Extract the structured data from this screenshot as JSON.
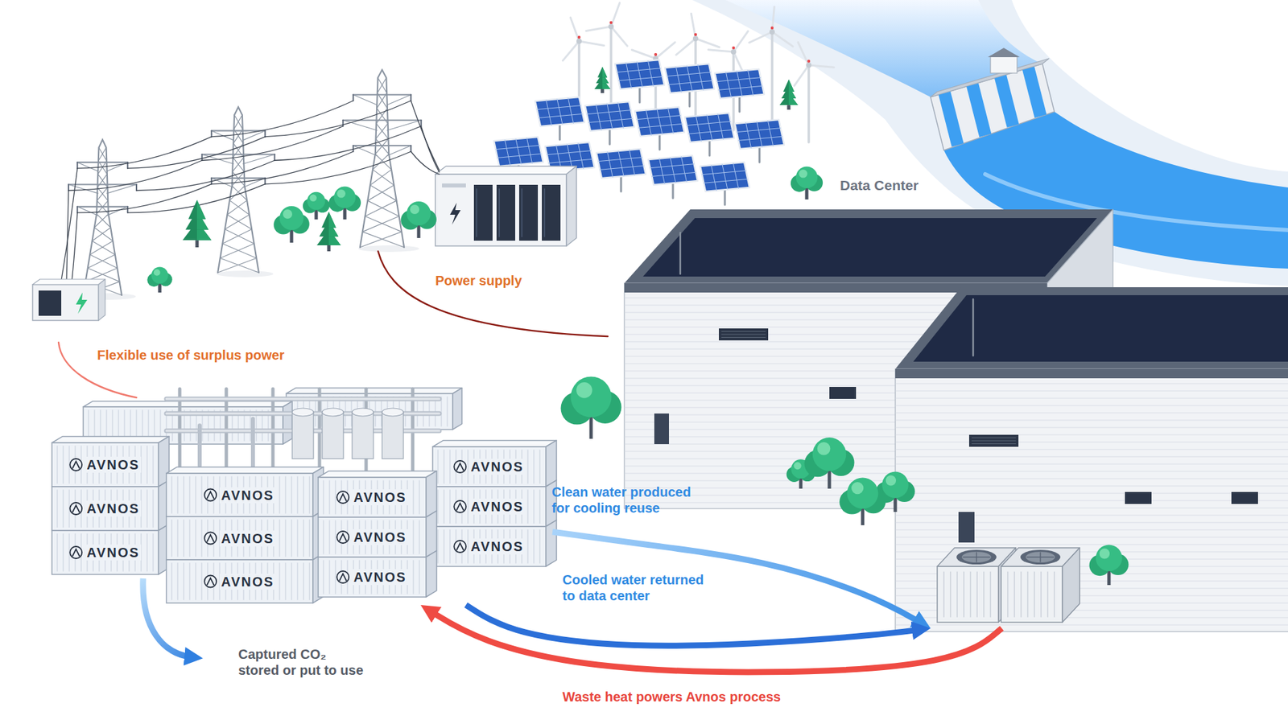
{
  "diagram": {
    "nodes": [
      {
        "text": [
          "Data Center"
        ]
      },
      {
        "text": [
          "AVNOS",
          "AVNOS",
          "AVNOS",
          "AVNOS",
          "AVNOS",
          "AVNOS",
          "AVNOS",
          "AVNOS",
          "AVNOS",
          "AVNOS",
          "AVNOS",
          "AVNOS"
        ]
      }
    ],
    "edges": [
      {
        "from": 1,
        "to": 0,
        "label": "Clean water produced for cooling reuse",
        "arrow": "to"
      },
      {
        "from": 1,
        "to": 0,
        "label": "Cooled water returned to data center",
        "arrow": "to"
      },
      {
        "from": 0,
        "to": 1,
        "label": "Waste heat powers Avnos process",
        "arrow": "to"
      }
    ],
    "labels": [
      "Power supply",
      "Flexible use of surplus power",
      "Captured CO₂ stored or put to use"
    ]
  }
}
